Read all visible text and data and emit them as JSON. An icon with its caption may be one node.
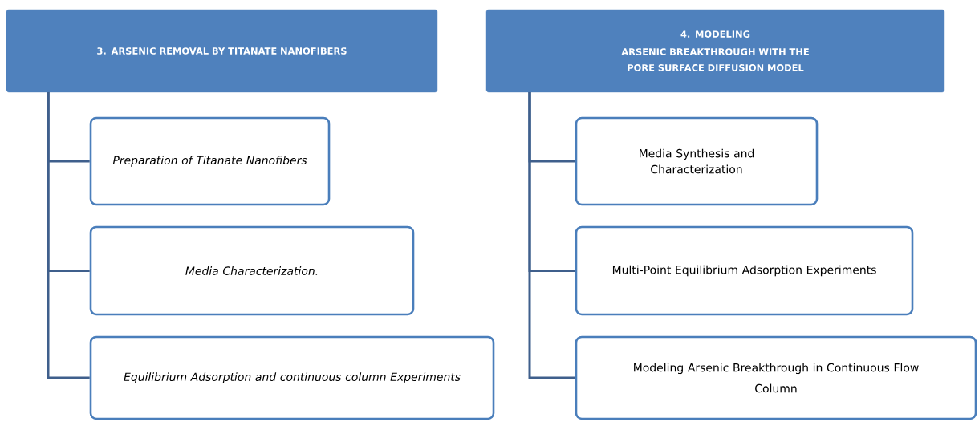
{
  "diagram": {
    "nodes": [
      {
        "text": [
          "3. ARSENIC REMOVAL BY TITANATE NANOFIBERS"
        ]
      },
      {
        "text": [
          "Preparation of Titanate Nanofibers"
        ]
      },
      {
        "text": [
          "Media Characterization."
        ]
      },
      {
        "text": [
          "Equilibrium Adsorption and continuous column Experiments"
        ]
      },
      {
        "text": [
          "4. MODELING",
          "ARSENIC BREAKTHROUGH WITH THE PORE SURFACE DIFFUSION MODEL"
        ]
      },
      {
        "text": [
          "Media Synthesis and Characterization"
        ]
      },
      {
        "text": [
          "Multi-Point Equilibrium Adsorption Experiments"
        ]
      },
      {
        "text": [
          "Modeling Arsenic Breakthrough in Continuous Flow",
          "Column"
        ]
      }
    ],
    "edges": [
      {
        "from": 0,
        "to": 1,
        "arrow": "none"
      },
      {
        "from": 0,
        "to": 2,
        "arrow": "none"
      },
      {
        "from": 0,
        "to": 3,
        "arrow": "none"
      },
      {
        "from": 4,
        "to": 5,
        "arrow": "none"
      },
      {
        "from": 4,
        "to": 6,
        "arrow": "none"
      },
      {
        "from": 4,
        "to": 7,
        "arrow": "none"
      }
    ]
  }
}
